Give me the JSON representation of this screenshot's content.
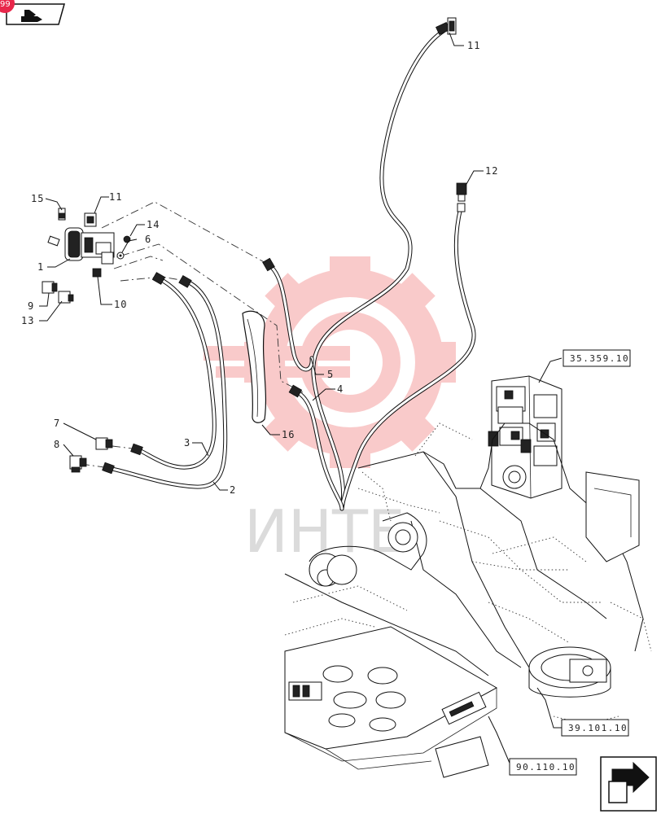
{
  "header": {
    "badge_text": "99",
    "nav_prev_icon": "folder-arrow-icon",
    "nav_next_icon": "next-page-arrow-icon"
  },
  "watermark": {
    "text": "ИНТЕ",
    "logo_icon": "gear-logo-icon",
    "color": "#f06a6a"
  },
  "callouts": [
    {
      "id": "c1",
      "label": "1"
    },
    {
      "id": "c2",
      "label": "2"
    },
    {
      "id": "c3",
      "label": "3"
    },
    {
      "id": "c4",
      "label": "4"
    },
    {
      "id": "c5",
      "label": "5"
    },
    {
      "id": "c6",
      "label": "6"
    },
    {
      "id": "c7",
      "label": "7"
    },
    {
      "id": "c8",
      "label": "8"
    },
    {
      "id": "c9",
      "label": "9"
    },
    {
      "id": "c10",
      "label": "10"
    },
    {
      "id": "c11a",
      "label": "11"
    },
    {
      "id": "c11b",
      "label": "11"
    },
    {
      "id": "c12",
      "label": "12"
    },
    {
      "id": "c13",
      "label": "13"
    },
    {
      "id": "c14",
      "label": "14"
    },
    {
      "id": "c15",
      "label": "15"
    },
    {
      "id": "c16",
      "label": "16"
    }
  ],
  "references": [
    {
      "id": "r1",
      "label": "35.359.10"
    },
    {
      "id": "r2",
      "label": "39.101.10"
    },
    {
      "id": "r3",
      "label": "90.110.10"
    }
  ],
  "colors": {
    "badge": "#e8274b",
    "ink": "#111111",
    "watermark": "#f06a6a"
  }
}
